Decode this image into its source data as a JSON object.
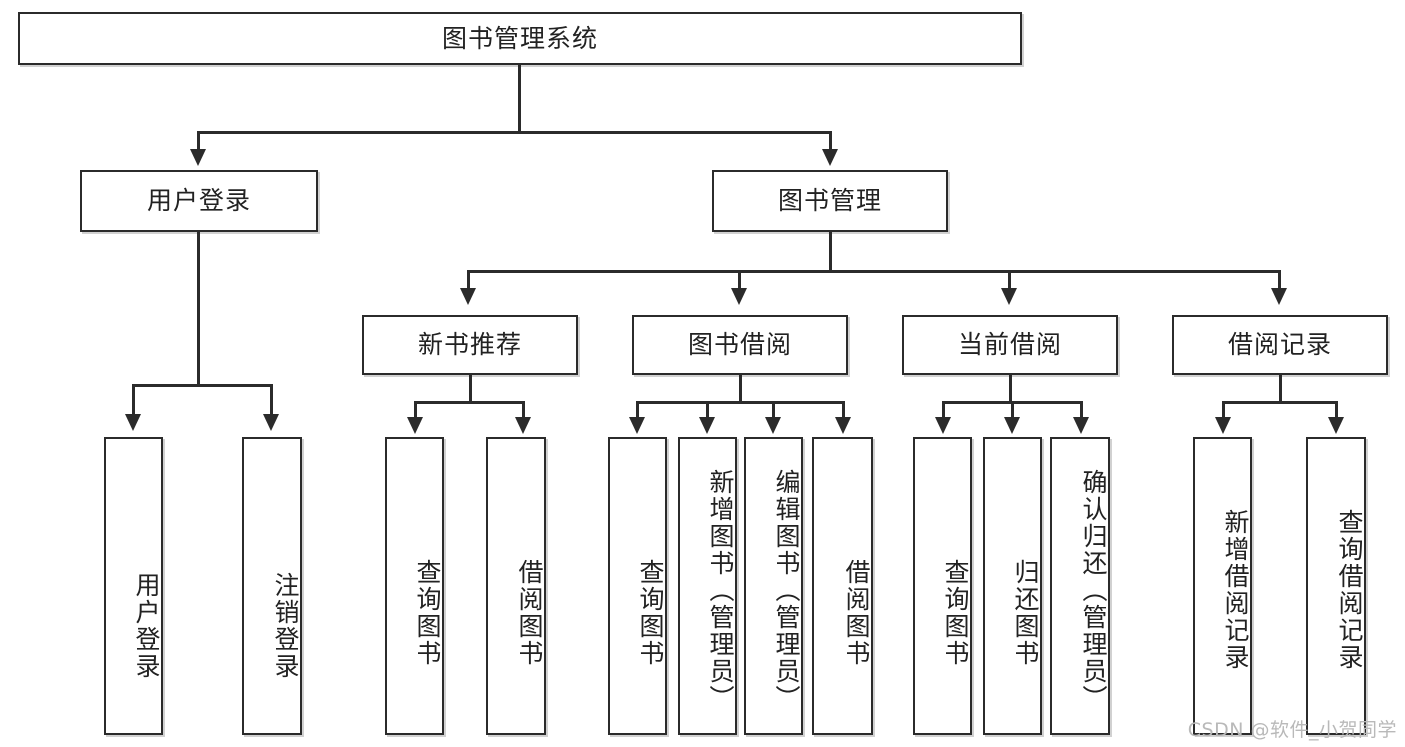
{
  "diagram": {
    "title": "图书管理系统",
    "type": "tree-hierarchy-diagram",
    "root": {
      "label": "图书管理系统"
    },
    "level2": [
      {
        "label": "用户登录"
      },
      {
        "label": "图书管理"
      }
    ],
    "level3": [
      {
        "label": "新书推荐"
      },
      {
        "label": "图书借阅"
      },
      {
        "label": "当前借阅"
      },
      {
        "label": "借阅记录"
      }
    ],
    "leaves": {
      "user_login": [
        {
          "label": "用户登录"
        },
        {
          "label": "注销登录"
        }
      ],
      "new_book_recommend": [
        {
          "label": "查询图书"
        },
        {
          "label": "借阅图书"
        }
      ],
      "book_borrow": [
        {
          "label": "查询图书"
        },
        {
          "label": "新增图书（管理员）"
        },
        {
          "label": "编辑图书（管理员）"
        },
        {
          "label": "借阅图书"
        }
      ],
      "current_borrow": [
        {
          "label": "查询图书"
        },
        {
          "label": "归还图书"
        },
        {
          "label": "确认归还（管理员）"
        }
      ],
      "borrow_record": [
        {
          "label": "新增借阅记录"
        },
        {
          "label": "查询借阅记录"
        }
      ]
    }
  },
  "watermark": {
    "text": "CSDN @软件_小贺同学"
  },
  "colors": {
    "stroke": "#2b2b2b",
    "fill": "#ffffff",
    "text": "#222222",
    "watermark": "#b9b9b9"
  }
}
